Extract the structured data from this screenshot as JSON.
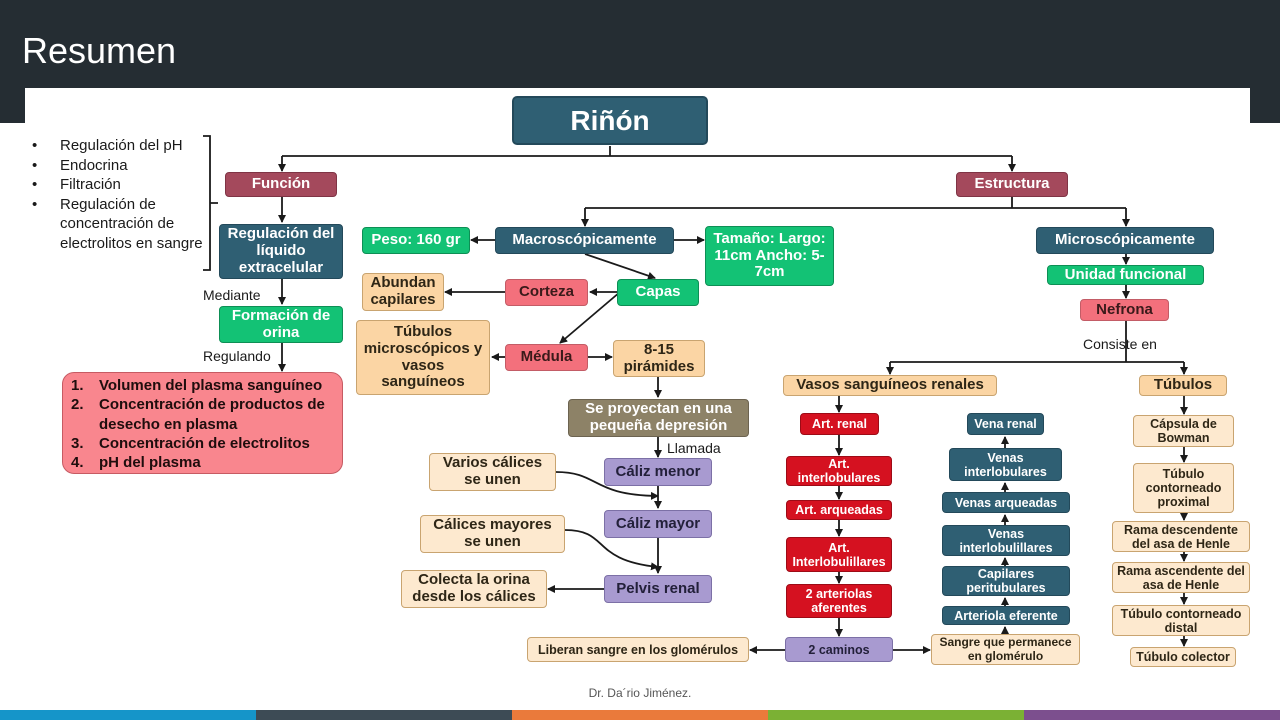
{
  "slide_title": "Resumen",
  "footer_text": "Dr. Da´rio Jiménez.",
  "bottom_bar_colors": [
    "#1595c9",
    "#3d4b55",
    "#ea7a3b",
    "#7bb134",
    "#7c4f8e"
  ],
  "bullets": [
    "Regulación del pH",
    "Endocrina",
    "Filtración",
    "Regulación de concentración de electrolitos en sangre"
  ],
  "labels": {
    "mediante": "Mediante",
    "regulando": "Regulando",
    "llamada": "Llamada",
    "consiste_en": "Consiste en"
  },
  "regulated_list": [
    {
      "num": "1.",
      "text": "Volumen del plasma sanguíneo"
    },
    {
      "num": "2.",
      "text": "Concentración de productos de desecho en plasma"
    },
    {
      "num": "3.",
      "text": "Concentración de electrolitos"
    },
    {
      "num": "4.",
      "text": "pH del plasma"
    }
  ],
  "nodes": {
    "rinon": "Riñón",
    "funcion": "Función",
    "estructura": "Estructura",
    "regulacion": "Regulación del líquido extracelular",
    "formacion": "Formación de orina",
    "peso": "Peso: 160 gr",
    "macro": "Macroscópicamente",
    "tamano": "Tamaño: Largo: 11cm Ancho: 5-7cm",
    "abundan": "Abundan capilares",
    "corteza": "Corteza",
    "capas": "Capas",
    "tubulos_micro": "Túbulos microscópicos y vasos sanguíneos",
    "medula": "Médula",
    "piramides": "8-15 pirámides",
    "proyectan": "Se proyectan en una pequeña depresión",
    "varios_calices": "Varios cálices se unen",
    "caliz_menor": "Cáliz menor",
    "calices_mayores": "Cálices mayores se unen",
    "caliz_mayor": "Cáliz mayor",
    "colecta": "Colecta la orina desde los cálices",
    "pelvis": "Pelvis renal",
    "liberan": "Liberan sangre en los glomérulos",
    "dos_caminos": "2 caminos",
    "sangre_permanece": "Sangre que permanece en glomérulo",
    "micro": "Microscópicamente",
    "unidad": "Unidad funcional",
    "nefrona": "Nefrona",
    "vasos": "Vasos sanguíneos renales",
    "tubulos": "Túbulos",
    "art_renal": "Art. renal",
    "art_interlob": "Art. interlobulares",
    "art_arq": "Art. arqueadas",
    "art_interlobul": "Art. Interlobulillares",
    "arteriolas_af": "2 arteriolas aferentes",
    "vena_renal": "Vena renal",
    "venas_interlob": "Venas interlobulares",
    "venas_arq": "Venas arqueadas",
    "venas_interlobul": "Venas interlobulillares",
    "capilares_peri": "Capilares peritubulares",
    "arteriola_ef": "Arteriola eferente",
    "capsula": "Cápsula de Bowman",
    "tub_prox": "Túbulo contorneado proximal",
    "rama_desc": "Rama descendente del asa de Henle",
    "rama_asc": "Rama ascendente del asa de Henle",
    "tub_distal": "Túbulo contorneado distal",
    "tub_colector": "Túbulo colector"
  }
}
